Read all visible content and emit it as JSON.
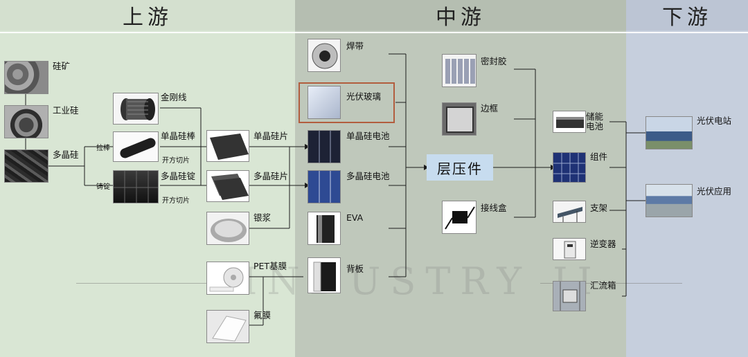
{
  "headers": {
    "upstream": "上游",
    "midstream": "中游",
    "downstream": "下游"
  },
  "watermark": "INDUSTRY II",
  "items": {
    "silicon_ore": "硅矿",
    "industrial_silicon": "工业硅",
    "polysilicon": "多晶硅",
    "pull_rod": "拉棒",
    "casting": "铸锭",
    "diamond_wire": "金刚线",
    "mono_rod": "单晶硅棒",
    "square_cut_1": "开方切片",
    "poly_ingot": "多晶硅锭",
    "square_cut_2": "开方切片",
    "mono_wafer": "单晶硅片",
    "poly_wafer": "多晶硅片",
    "silver_paste": "银浆",
    "pet_film": "PET基膜",
    "fluoro_film": "氟膜",
    "ribbon": "焊带",
    "pv_glass": "光伏玻璃",
    "mono_cell": "单晶硅电池",
    "poly_cell": "多晶硅电池",
    "eva": "EVA",
    "backsheet": "背板",
    "sealant": "密封胶",
    "frame": "边框",
    "laminate": "层压件",
    "junction_box": "接线盒",
    "storage_battery_line1": "储能",
    "storage_battery_line2": "电池",
    "module": "组件",
    "bracket": "支架",
    "inverter": "逆变器",
    "combiner_box": "汇流箱",
    "pv_station": "光伏电站",
    "pv_application": "光伏应用"
  },
  "colors": {
    "highlight": "#b25d3e",
    "center_box": "#c7dcef",
    "upstream_bg": "#d9e6d4",
    "midstream_bg": "#bfc8bb",
    "downstream_bg": "#c6cfdd"
  }
}
